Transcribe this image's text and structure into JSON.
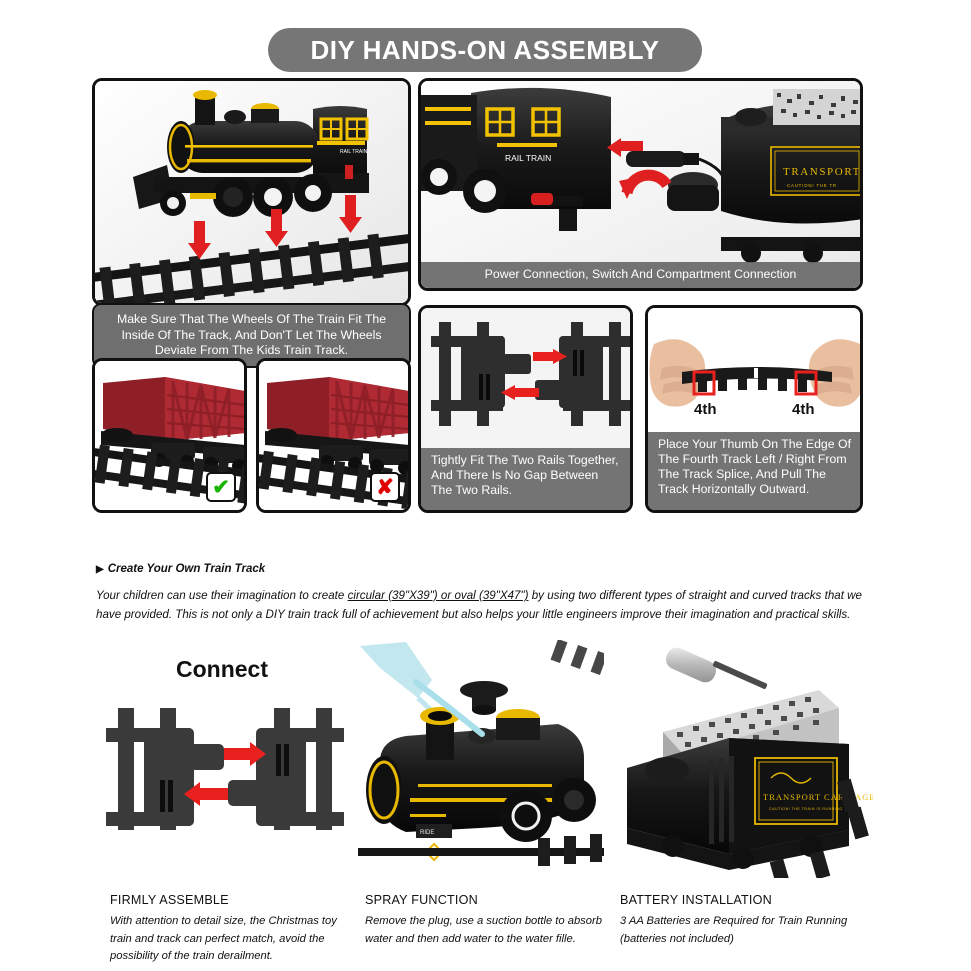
{
  "header": {
    "title": "DIY HANDS-ON ASSEMBLY",
    "banner_color": "#767676"
  },
  "panels": {
    "wheels": {
      "name": "Wheels On Track",
      "caption": "Make Sure That The Wheels Of The Train Fit The Inside Of The Track, And Don'T Let The Wheels Deviate From The Kids Train Track.",
      "caption_lines": [
        "Make Sure That The Wheels Of The Train Fit The",
        "Inside Of The Track, And Don'T Let The Wheels",
        "Deviate From The Kids Train Track."
      ],
      "loco_badge": "RAIL TRAIN"
    },
    "power": {
      "caption": "Power Connection, Switch And Compartment Connection",
      "loco_badge": "RAIL TRAIN",
      "car_badge": "TRANSPORT",
      "car_subtext": "CAUTION! THE TR"
    },
    "correct": {
      "label": "Correct wheel placement",
      "badge": "✔"
    },
    "wrong": {
      "label": "Incorrect wheel placement",
      "badge": "✘"
    },
    "rails": {
      "caption_lines": [
        "Tightly Fit The Two Rails Together,",
        "And There Is No Gap Between",
        "The Two Rails."
      ]
    },
    "thumb": {
      "caption_lines": [
        "Place Your Thumb On The Edge Of",
        "The Fourth Track Left / Right From",
        "The Track Splice, And Pull The",
        "Track Horizontally Outward."
      ],
      "marker_left": "4th",
      "marker_right": "4th"
    }
  },
  "mid_section": {
    "heading": "Create Your Own Train Track",
    "caret": "▶",
    "body_pre": "Your children can use their imagination to create ",
    "body_underlined": "circular (39\"X39\") or oval (39\"X47\")",
    "body_post": " by using two different types of straight and curved tracks that we have provided. This is not only a DIY train track full of achievement but also helps your little engineers improve their imagination and practical skills."
  },
  "bottom": {
    "items": [
      {
        "overlay_word": "Connect",
        "title": "FIRMLY ASSEMBLE",
        "desc_lines": [
          "With attention to detail size, the Christmas toy",
          "train and track can perfect match, avoid the",
          "possibility of the train derailment."
        ]
      },
      {
        "overlay_word": "",
        "title": "SPRAY FUNCTION",
        "desc_lines": [
          "Remove the plug, use a suction bottle to absorb",
          "water and then add water to the water fille."
        ]
      },
      {
        "overlay_word": "",
        "title": "BATTERY INSTALLATION",
        "desc_lines": [
          "3 AA Batteries are Required for Train Running",
          "(batteries not included)"
        ]
      }
    ]
  },
  "colors": {
    "banner_gray": "#767676",
    "caption_gray": "#6f6f6f",
    "arrow_red": "#e02020",
    "loco_black": "#1b1b1b",
    "loco_yellow": "#f2c200",
    "wagon_red": "#b02a33",
    "check_green": "#18b400",
    "cross_red": "#e00000"
  }
}
